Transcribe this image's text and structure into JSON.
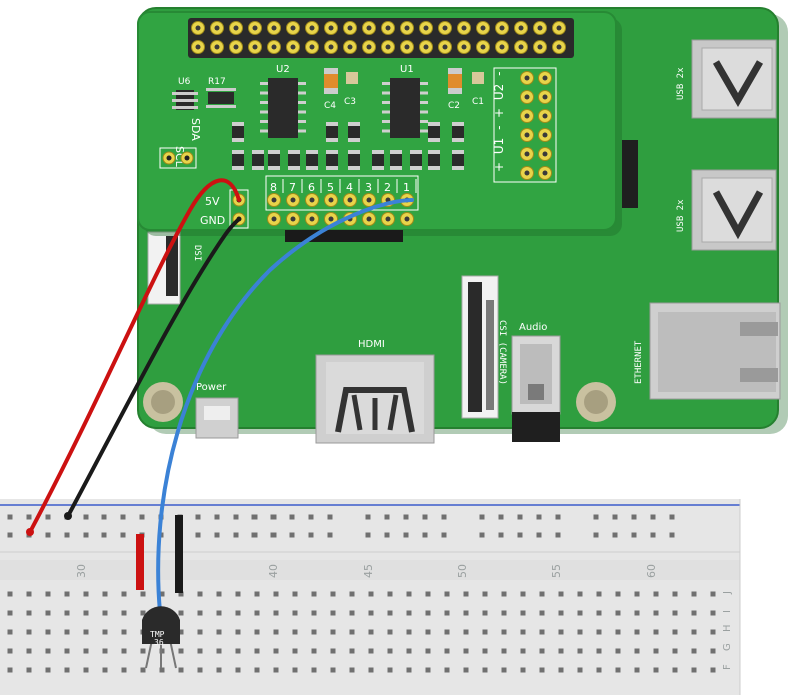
{
  "board": {
    "usb_top": "USB 2x",
    "usb_bottom": "USB 2x",
    "ethernet": "ETHERNET",
    "hdmi": "HDMI",
    "csi": "CSI (CAMERA)",
    "audio": "Audio",
    "dsi": "DSI",
    "power": "Power"
  },
  "hat": {
    "u1": "U1",
    "u2": "U2",
    "u6": "U6",
    "r17": "R17",
    "c1": "C1",
    "c2": "C2",
    "c3": "C3",
    "c4": "C4",
    "scl": "SCL",
    "sda": "SDA",
    "pin_5v": "5V",
    "pin_gnd": "GND",
    "channel_numbers": [
      "1",
      "2",
      "3",
      "4",
      "5",
      "6",
      "7",
      "8"
    ],
    "u1_plus": "+",
    "u1_label": "U1",
    "u1_minus": "-",
    "u2_plus": "+",
    "u2_label": "U2",
    "u2_minus": "-"
  },
  "breadboard": {
    "column_numbers": [
      "30",
      "40",
      "45",
      "50",
      "55",
      "60"
    ],
    "row_letters": [
      "F",
      "G",
      "H",
      "I",
      "J"
    ]
  },
  "sensor": {
    "line1": "TMP",
    "line2": "36"
  },
  "colors": {
    "pcb": "#2f9e3f",
    "wire_5v": "#cc1111",
    "wire_gnd": "#1a1a1a",
    "wire_signal": "#3b82d6",
    "breadboard": "#e6e6e6"
  }
}
